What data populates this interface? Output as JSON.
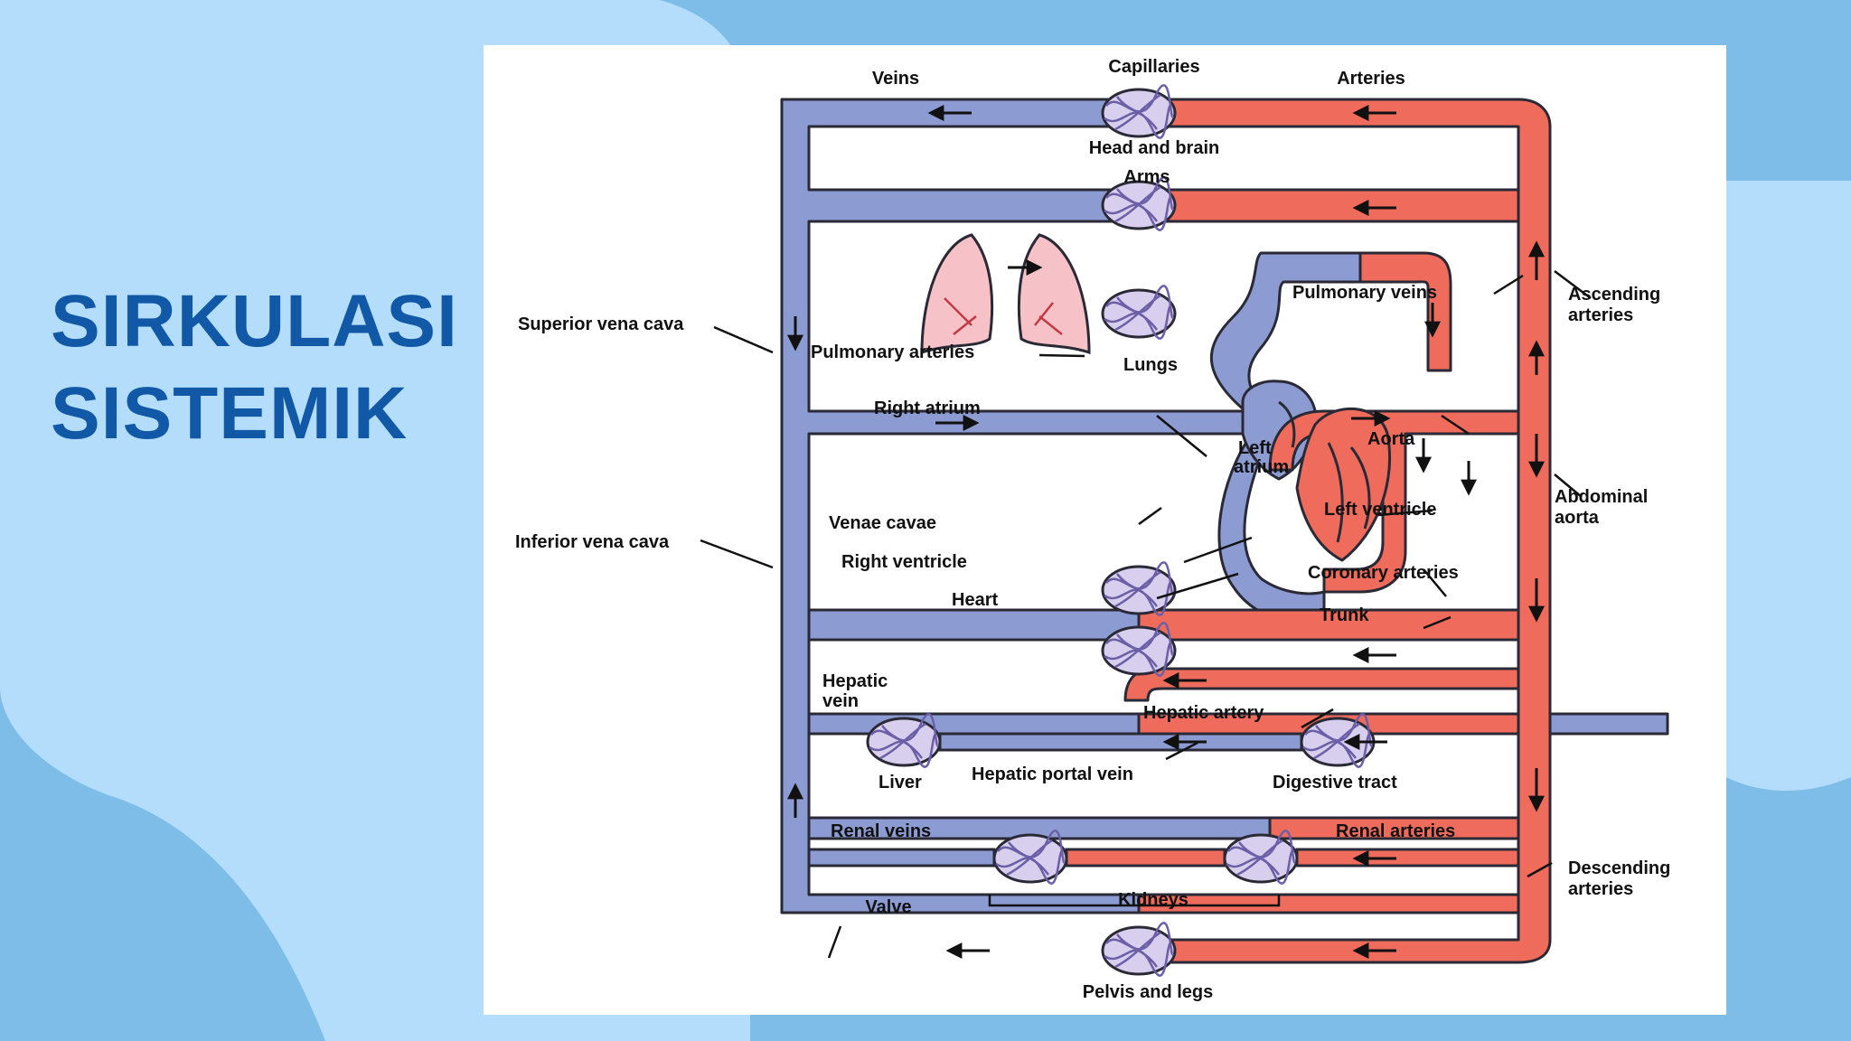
{
  "slide": {
    "title_line1": "SIRKULASI",
    "title_line2": "SISTEMIK"
  },
  "colors": {
    "background": "#7fbde9",
    "background_light": "#b3ddfb",
    "title": "#1158a7",
    "vein_blue": "#8c9bd2",
    "artery_red": "#ef6b5c",
    "outline": "#2a2a36"
  },
  "diagram": {
    "labels": {
      "veins": "Veins",
      "capillaries": "Capillaries",
      "arteries": "Arteries",
      "head_brain": "Head and brain",
      "arms": "Arms",
      "superior_vena_cava": "Superior vena cava",
      "pulmonary_veins": "Pulmonary veins",
      "ascending_arteries_1": "Ascending",
      "ascending_arteries_2": "arteries",
      "pulmonary_arteries": "Pulmonary arteries",
      "lungs": "Lungs",
      "right_atrium": "Right atrium",
      "aorta": "Aorta",
      "left_atrium_1": "Left",
      "left_atrium_2": "atrium",
      "abdominal_aorta_1": "Abdominal",
      "abdominal_aorta_2": "aorta",
      "venae_cavae": "Venae cavae",
      "left_ventricle": "Left ventricle",
      "inferior_vena_cava": "Inferior vena cava",
      "right_ventricle": "Right ventricle",
      "heart": "Heart",
      "coronary_arteries": "Coronary arteries",
      "trunk": "Trunk",
      "hepatic_vein_1": "Hepatic",
      "hepatic_vein_2": "vein",
      "hepatic_artery": "Hepatic artery",
      "liver": "Liver",
      "hepatic_portal_vein": "Hepatic portal vein",
      "digestive_tract": "Digestive tract",
      "renal_veins": "Renal veins",
      "renal_arteries": "Renal arteries",
      "descending_arteries_1": "Descending",
      "descending_arteries_2": "arteries",
      "valve": "Valve",
      "kidneys": "Kidneys",
      "pelvis_legs": "Pelvis and legs"
    }
  }
}
